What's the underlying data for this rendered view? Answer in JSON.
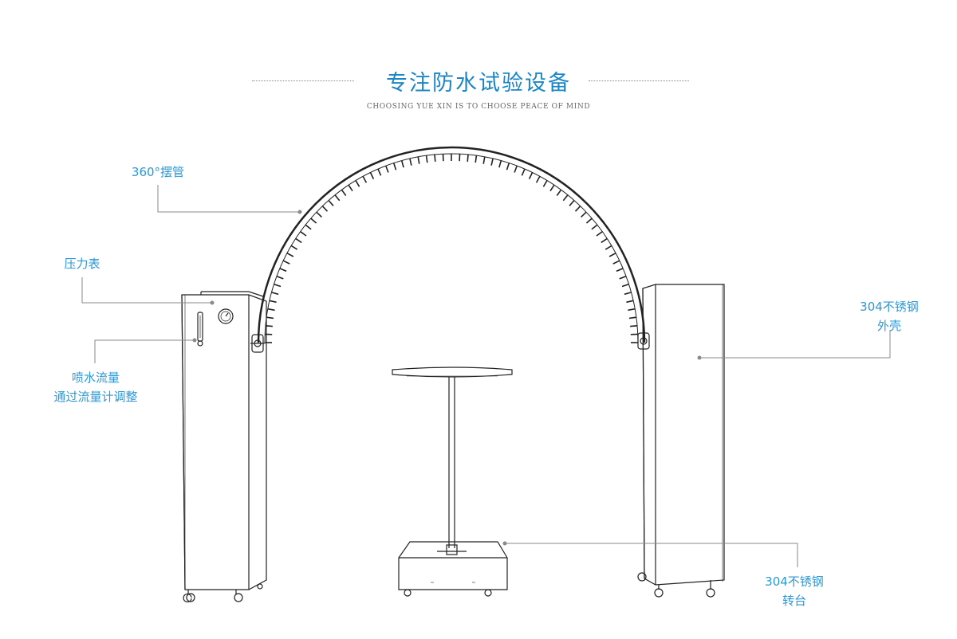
{
  "header": {
    "title": "专注防水试验设备",
    "subtitle": "CHOOSING YUE XIN IS TO CHOOSE PEACE OF MIND"
  },
  "callouts": {
    "swing_pipe": "360°摆管",
    "pressure_gauge": "压力表",
    "flow_line1": "喷水流量",
    "flow_line2": "通过流量计调整",
    "shell_line1": "304不锈钢",
    "shell_line2": "外壳",
    "table_line1": "304不锈钢",
    "table_line2": "转台"
  },
  "colors": {
    "accent": "#2b98d6",
    "title": "#1a86c6",
    "drawing": "#222222",
    "leader": "#888888"
  }
}
